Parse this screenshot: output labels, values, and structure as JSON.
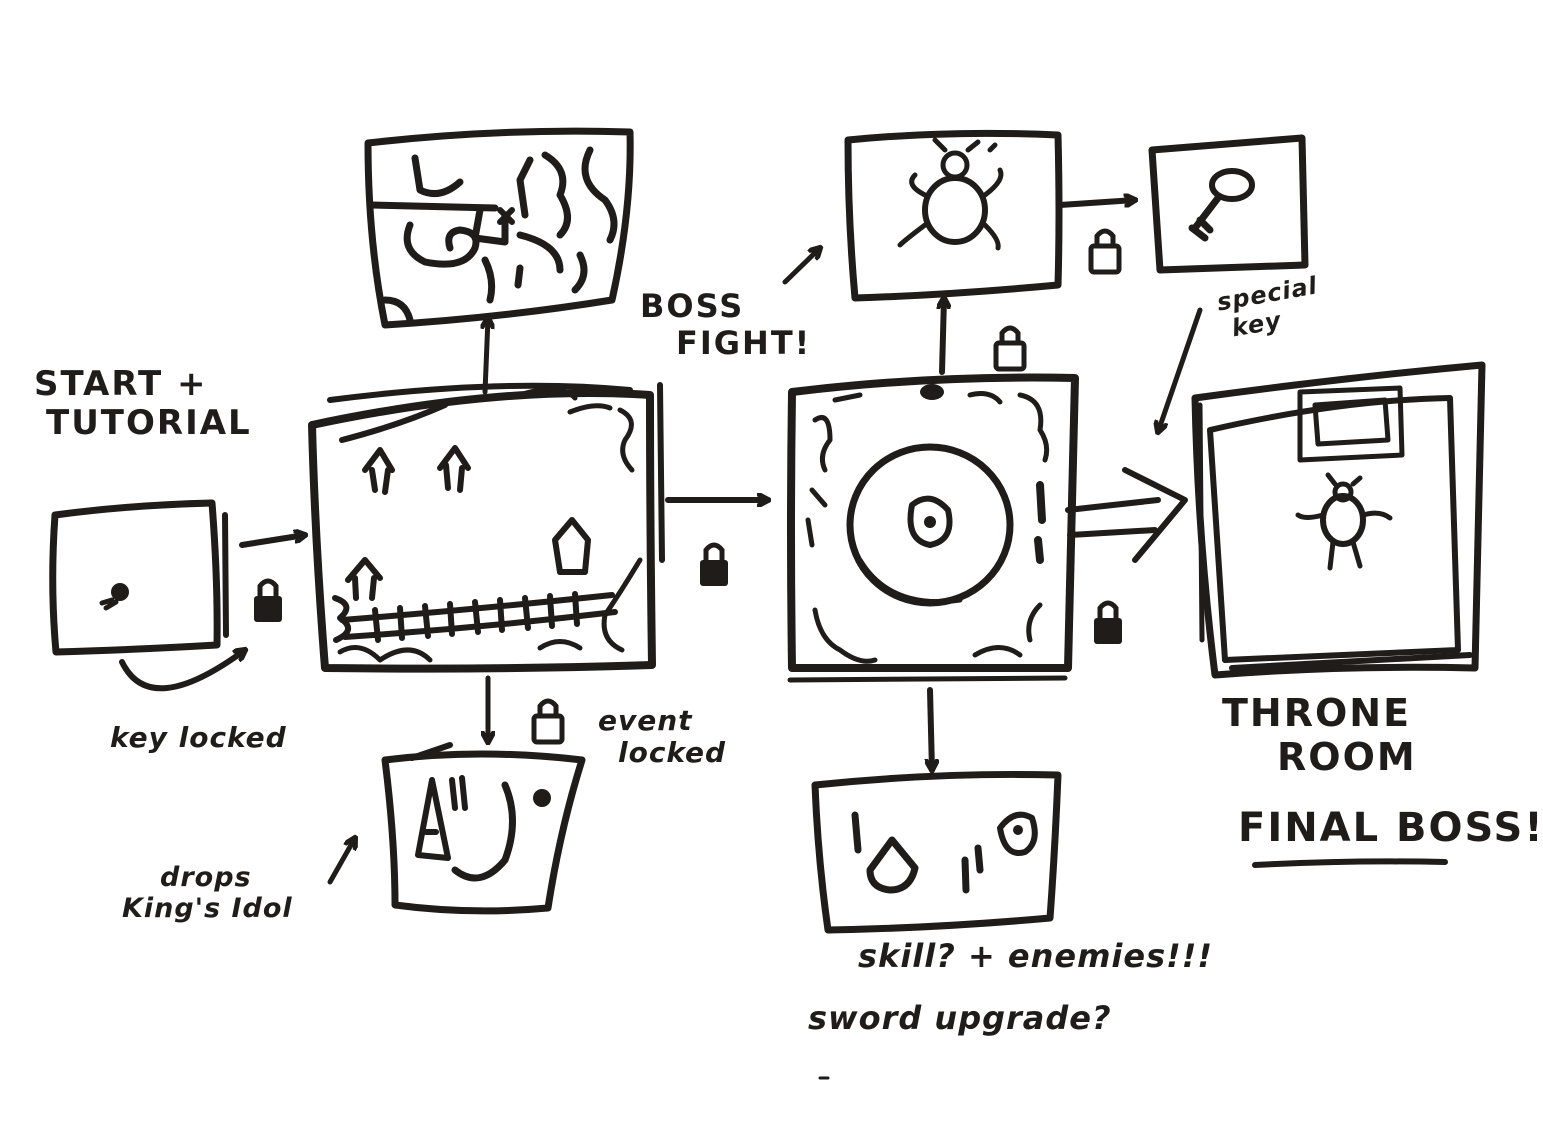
{
  "notes": {
    "start": [
      "START +",
      "TUTORIAL"
    ],
    "key_locked": "key locked",
    "drops_idol": [
      "drops",
      "King's Idol"
    ],
    "event_locked": [
      "event",
      "locked"
    ],
    "boss_fight": [
      "BOSS",
      "FIGHT!"
    ],
    "special_key": [
      "special",
      "key"
    ],
    "throne": [
      "THRONE",
      "ROOM"
    ],
    "final_boss": "FINAL BOSS!",
    "skill": "skill? + enemies!!!",
    "sword": "sword upgrade?"
  },
  "rooms": [
    "start-tutorial-room",
    "maze-room",
    "village-room",
    "idol-room",
    "arena-room",
    "boss-room",
    "key-room",
    "skill-room",
    "throne-room"
  ],
  "icons": [
    "lock-icon",
    "arrow-icon",
    "spider-boss-icon",
    "key-icon",
    "player-icon"
  ],
  "colors": {
    "ink": "#1f1c1a",
    "paper": "#ffffff"
  }
}
